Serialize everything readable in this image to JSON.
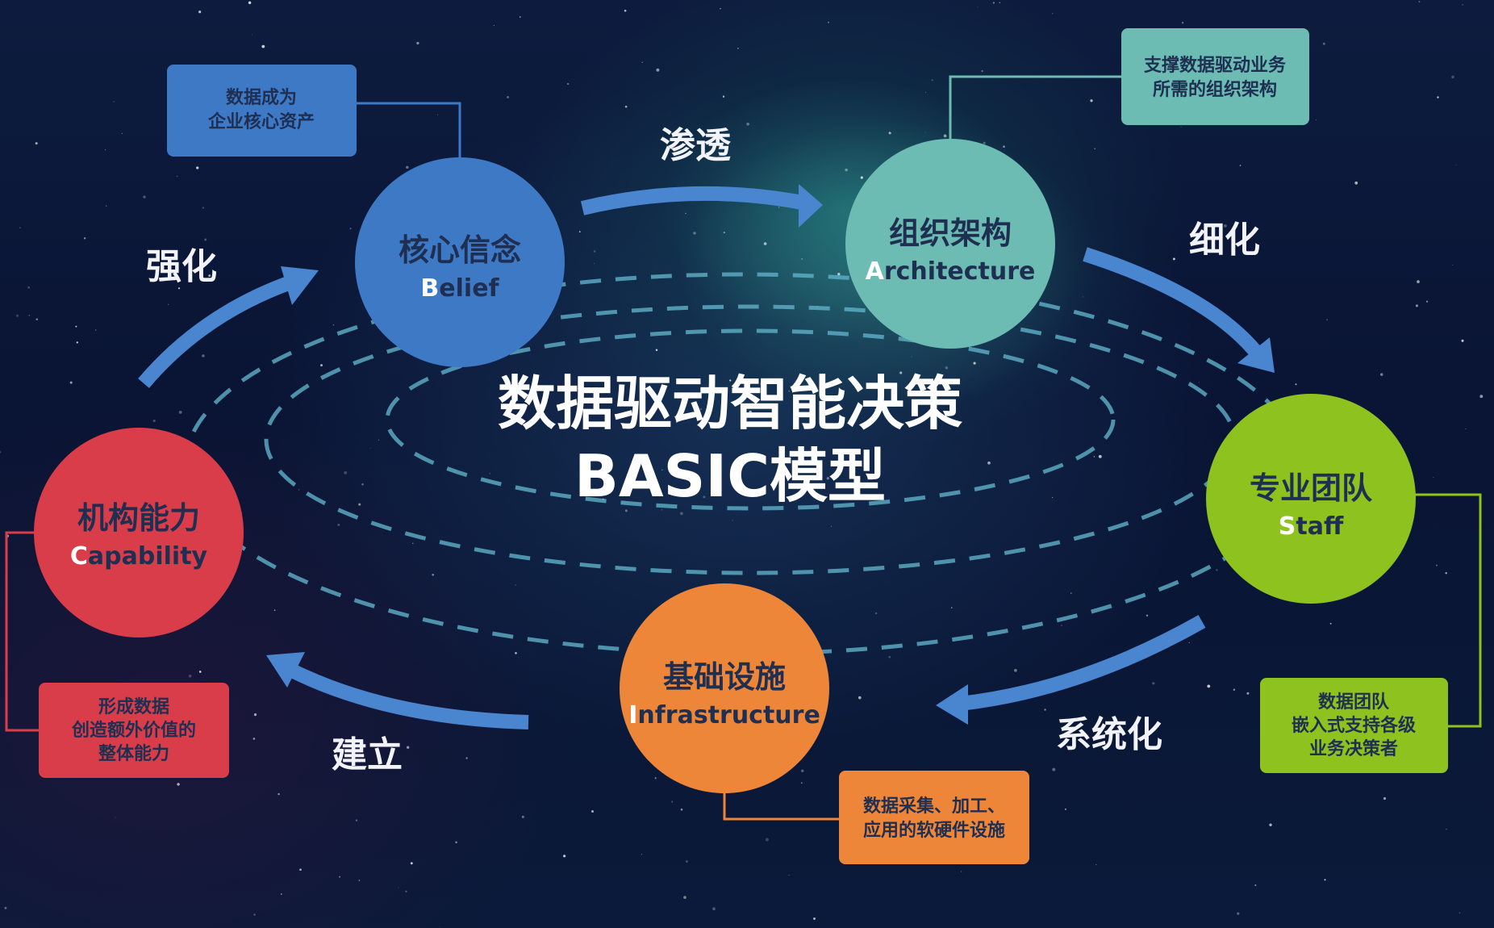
{
  "title": {
    "line1": "数据驱动智能决策",
    "line2": "BASIC模型"
  },
  "nodes": [
    {
      "id": "belief",
      "label_cn": "核心信念",
      "label_en": "Belief",
      "color": "#3e79c6",
      "box_color": "#3e79c6",
      "box_lines": [
        "数据成为",
        "企业核心资产"
      ]
    },
    {
      "id": "architecture",
      "label_cn": "组织架构",
      "label_en": "Architecture",
      "color": "#6cbcb3",
      "box_color": "#6cbcb3",
      "box_lines": [
        "支撑数据驱动业务",
        "所需的组织架构"
      ]
    },
    {
      "id": "staff",
      "label_cn": "专业团队",
      "label_en": "Staff",
      "color": "#8dc21f",
      "box_color": "#8dc21f",
      "box_lines": [
        "数据团队",
        "嵌入式支持各级",
        "业务决策者"
      ]
    },
    {
      "id": "infrastructure",
      "label_cn": "基础设施",
      "label_en": "Infrastructure",
      "color": "#ee8639",
      "box_color": "#ee8639",
      "box_lines": [
        "数据采集、加工、",
        "应用的软硬件设施"
      ]
    },
    {
      "id": "capability",
      "label_cn": "机构能力",
      "label_en": "Capability",
      "color": "#d93d4a",
      "box_color": "#d93d4a",
      "box_lines": [
        "形成数据",
        "创造额外价值的",
        "整体能力"
      ]
    }
  ],
  "transitions": {
    "belief_to_architecture": "渗透",
    "architecture_to_staff": "细化",
    "staff_to_infrastructure": "系统化",
    "infrastructure_to_capability": "建立",
    "capability_to_belief": "强化"
  },
  "colors": {
    "arrow": "#4a86cf",
    "orbit": "#5fb0c8",
    "text_dark": "#1f2f52",
    "text_light": "#ffffff"
  }
}
